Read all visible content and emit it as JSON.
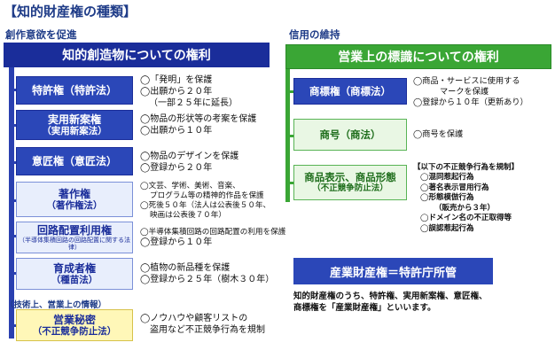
{
  "title": "【知的財産権の種類】",
  "left_section": "創作意欲を促進",
  "right_section": "信用の維持",
  "left_banner": "知的創造物についての権利",
  "right_banner": "営業上の標識についての権利",
  "left_items": [
    {
      "main": "特許権（特許法）",
      "sub": "",
      "lines": [
        "◯「発明」を保護",
        "◯出願から２０年",
        "（一部２５年に延長）"
      ]
    },
    {
      "main": "実用新案権",
      "sub": "（実用新案法）",
      "lines": [
        "◯物品の形状等の考案を保護",
        "◯出願から１０年"
      ]
    },
    {
      "main": "意匠権（意匠法）",
      "sub": "",
      "lines": [
        "◯物品のデザインを保護",
        "◯登録から２０年"
      ]
    },
    {
      "main": "著作権",
      "sub": "（著作権法）",
      "lines": [
        "◯文芸、学術、美術、音楽、",
        "プログラム等の精神的作品を保護",
        "◯死後５０年（法人は公表後５０年、",
        "映画は公表後７０年）"
      ]
    },
    {
      "main": "回路配置利用権",
      "sub": "（半導体集積回路の回路配置に関する法律）",
      "lines": [
        "◯半導体集積回路の回路配置の利用を保護",
        "◯登録から１０年"
      ]
    },
    {
      "main": "育成者権",
      "sub": "（種苗法）",
      "lines": [
        "◯植物の新品種を保護",
        "◯登録から２５年（樹木３０年）"
      ]
    },
    {
      "main": "営業秘密",
      "sub": "（不正競争防止法）",
      "lines": [
        "◯ノウハウや顧客リストの",
        "盗用など不正競争行為を規制"
      ]
    }
  ],
  "tech_note": "（技術上、営業上の情報）",
  "right_items": [
    {
      "main": "商標権（商標法）",
      "sub": "",
      "lines": [
        "◯商品・サービスに使用する",
        "マークを保護",
        "◯登録から１０年（更新あり）"
      ]
    },
    {
      "main": "商号（商法）",
      "sub": "",
      "lines": [
        "◯商号を保護"
      ]
    },
    {
      "main": "商品表示、商品形態",
      "sub": "（不正競争防止法）",
      "lines": []
    }
  ],
  "unfair": {
    "heading": "【以下の不正競争行為を規制】",
    "items": [
      "◯混同惹起行為",
      "◯著名表示冒用行為",
      "◯形態模倣行為",
      "（販売から３年）",
      "◯ドメイン名の不正取得等",
      "◯誤認惹起行為"
    ]
  },
  "jpo_box": "産業財産権＝特許庁所管",
  "jpo_note": [
    "知的財産権のうち、特許権、実用新案権、意匠権、",
    "商標権を「産業財産権」といいます。"
  ]
}
